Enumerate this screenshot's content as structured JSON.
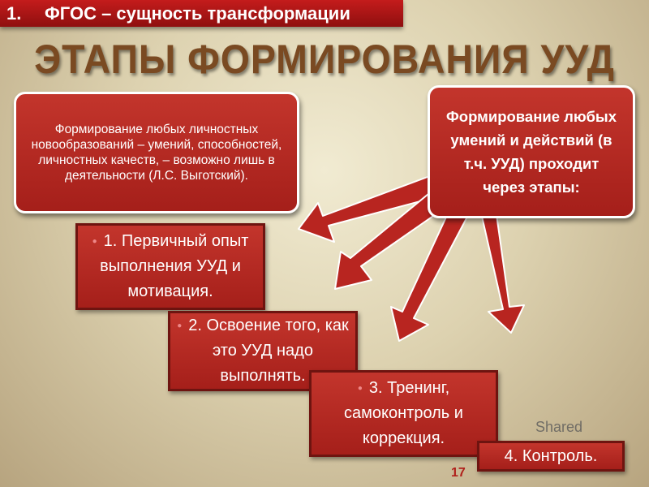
{
  "header": {
    "number": "1.",
    "text": "ФГОС – сущность трансформации"
  },
  "title": "ЭТАПЫ ФОРМИРОВАНИЯ УУД",
  "quote_box": "Формирование любых личностных новообразований – умений, способностей, личностных качеств, – возможно лишь в деятельности (Л.С. Выготский).",
  "stages_box": "Формирование любых умений и действий (в т.ч. УУД) проходит через этапы:",
  "stages": [
    "1. Первичный опыт выполнения УУД и мотивация.",
    "2. Освоение того, как это УУД надо выполнять.",
    "3. Тренинг, самоконтроль и коррекция.",
    "4. Контроль."
  ],
  "watermark": "Shared",
  "page_number": "17",
  "colors": {
    "red": "#b52820",
    "title": "#7a4a22"
  }
}
